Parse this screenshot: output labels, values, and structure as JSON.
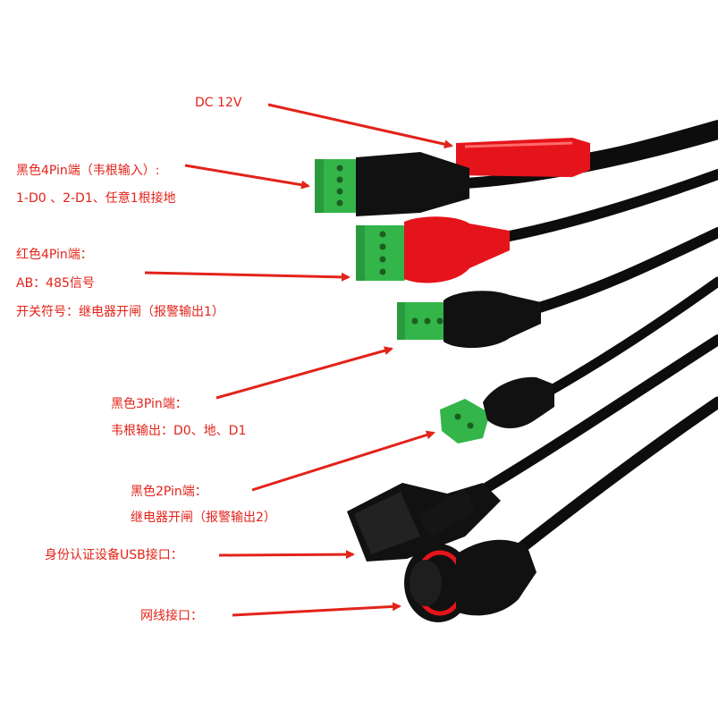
{
  "labels": {
    "dc": "DC  12V",
    "black4pin_title": "黑色4Pin端（韦根输入）:",
    "black4pin_desc": "1-D0 、2-D1、任意1根接地",
    "red4pin_title": "红色4Pin端：",
    "red4pin_ab": "AB：485信号",
    "red4pin_switch": "开关符号：继电器开闸（报警输出1）",
    "black3pin_title": "黑色3Pin端：",
    "black3pin_desc": "韦根输出：D0、地、D1",
    "black2pin_title": "黑色2Pin端：",
    "black2pin_desc": "继电器开闸（报警输出2）",
    "usb": "身份认证设备USB接口：",
    "network": "网线接口："
  },
  "colors": {
    "label_text": "#e2231a",
    "arrow": "#e2231a",
    "cable": "#0d0d0d",
    "red_housing": "#e5141b",
    "green_terminal": "#33b54a"
  },
  "icons": [
    "dc-barrel-connector-icon",
    "green-terminal-block-icon",
    "usb-port-icon",
    "rj45-waterproof-connector-icon",
    "red-arrow-icon"
  ]
}
